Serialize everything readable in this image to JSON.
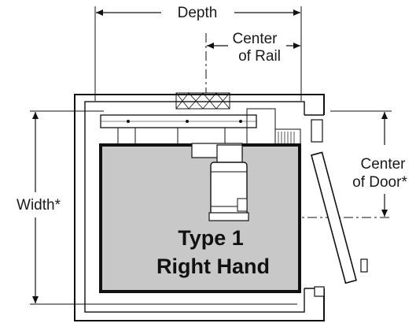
{
  "labels": {
    "depth": "Depth",
    "center_of_rail_line1": "Center",
    "center_of_rail_line2": "of Rail",
    "center_of_door_line1": "Center",
    "center_of_door_line2": "of Door*",
    "width": "Width*",
    "title_line1": "Type 1",
    "title_line2": "Right Hand"
  },
  "colors": {
    "line": "#111111",
    "car_fill": "#c8c8c8",
    "car_border": "#111111",
    "background": "#ffffff"
  },
  "icons": {
    "dimension_arrow": "arrowhead",
    "centerline": "dash-dot-line"
  }
}
